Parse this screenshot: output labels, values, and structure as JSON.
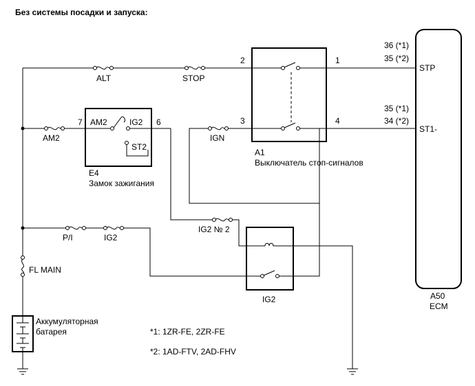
{
  "title": "Без системы посадки и запуска:",
  "fuses": {
    "alt": "ALT",
    "stop": "STOP",
    "am2": "AM2",
    "ign": "IGN",
    "pi": "P/I",
    "ig2": "IG2",
    "ig2no2": "IG2 № 2",
    "fl_main": "FL MAIN"
  },
  "stop_switch": {
    "pins": [
      "2",
      "1",
      "3",
      "4"
    ],
    "code": "A1",
    "name": "Выключатель стоп-сигналов"
  },
  "ignition_switch": {
    "pin_left": "7",
    "pin_right": "6",
    "am2": "AM2",
    "ig2": "IG2",
    "st2": "ST2",
    "code": "E4",
    "name": "Замок зажигания"
  },
  "relay": {
    "name": "IG2"
  },
  "ecm": {
    "code": "A50",
    "name": "ECM",
    "stp": {
      "pin1": "36 (*1)",
      "pin2": "35 (*2)",
      "label": "STP"
    },
    "st1": {
      "pin1": "35 (*1)",
      "pin2": "34 (*2)",
      "label": "ST1-"
    }
  },
  "battery": {
    "line1": "Аккумуляторная",
    "line2": "батарея"
  },
  "notes": [
    "*1: 1ZR-FE, 2ZR-FE",
    "*2: 1AD-FTV, 2AD-FHV"
  ]
}
